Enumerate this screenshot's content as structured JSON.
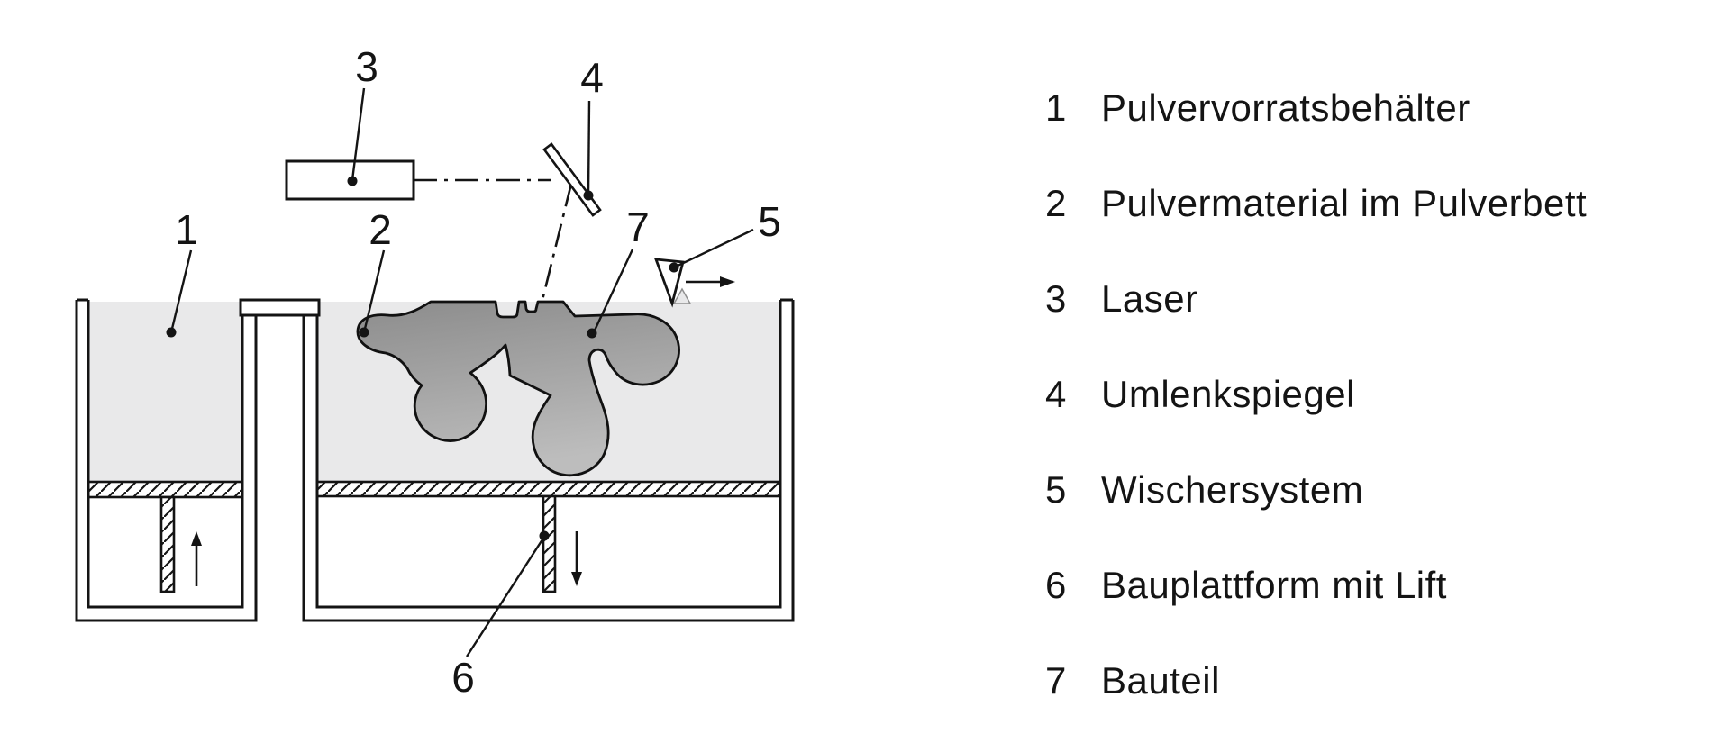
{
  "legend": {
    "items": [
      {
        "num": "1",
        "label": "Pulvervorratsbehälter"
      },
      {
        "num": "2",
        "label": "Pulvermaterial im Pulverbett"
      },
      {
        "num": "3",
        "label": "Laser"
      },
      {
        "num": "4",
        "label": "Umlenkspiegel"
      },
      {
        "num": "5",
        "label": "Wischersystem"
      },
      {
        "num": "6",
        "label": "Bauplattform mit Lift"
      },
      {
        "num": "7",
        "label": "Bauteil"
      }
    ]
  },
  "callouts": {
    "c1": "1",
    "c2": "2",
    "c3": "3",
    "c4": "4",
    "c5": "5",
    "c6": "6",
    "c7": "7"
  },
  "colors": {
    "line": "#141414",
    "powder": "#e9e9ea",
    "part_top": "#8c8c8c",
    "part_bottom": "#bdbdbd",
    "background": "#ffffff"
  }
}
